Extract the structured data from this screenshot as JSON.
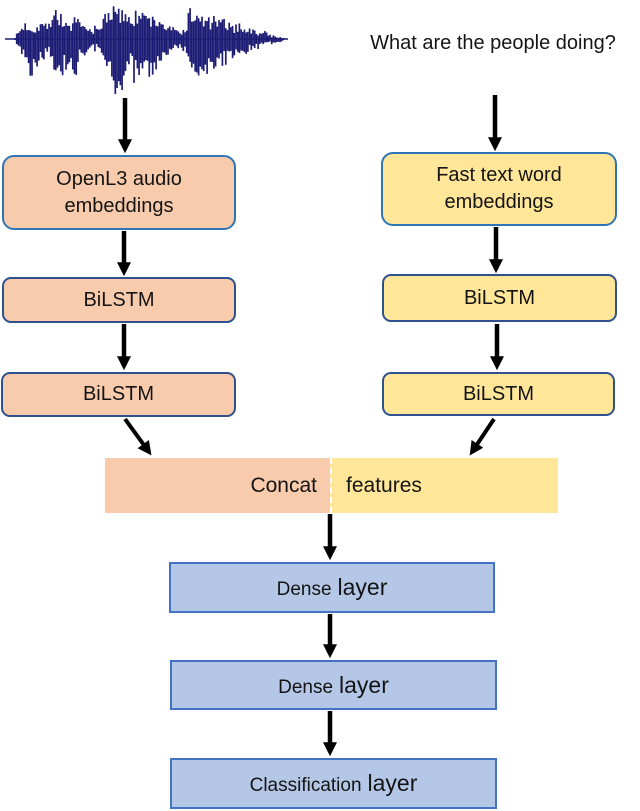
{
  "colors": {
    "audio_fill": "#F8CBAD",
    "text_fill": "#FFE699",
    "dense_fill": "#B4C7E7",
    "embed_border": "#2E75B6",
    "bilstm_border": "#2F528F",
    "dense_border": "#4472C4",
    "arrow": "#000000",
    "waveform": "#1C1C75"
  },
  "question": {
    "text": "What are the people doing?"
  },
  "nodes": {
    "openl3_line1": "OpenL3 audio",
    "openl3_line2": "embeddings",
    "fasttext_line1": "Fast text word",
    "fasttext_line2": "embeddings",
    "bilstm": "BiLSTM",
    "concat": "Concat",
    "features": "features",
    "dense": "Dense",
    "layer": "layer",
    "classification": "Classification"
  },
  "waveform": {
    "envelope": [
      [
        2,
        2
      ],
      [
        10,
        12
      ],
      [
        16,
        22
      ],
      [
        13,
        32
      ],
      [
        11,
        38
      ],
      [
        18,
        14
      ],
      [
        14,
        20
      ],
      [
        22,
        16
      ],
      [
        32,
        30
      ],
      [
        24,
        52
      ],
      [
        18,
        30
      ],
      [
        14,
        20
      ],
      [
        20,
        35
      ],
      [
        16,
        22
      ],
      [
        12,
        14
      ],
      [
        10,
        10
      ],
      [
        12,
        12
      ],
      [
        10,
        8
      ],
      [
        28,
        20
      ],
      [
        34,
        30
      ],
      [
        30,
        48
      ],
      [
        26,
        55
      ],
      [
        32,
        40
      ],
      [
        28,
        30
      ],
      [
        24,
        44
      ],
      [
        30,
        36
      ],
      [
        22,
        26
      ],
      [
        26,
        40
      ],
      [
        18,
        30
      ],
      [
        22,
        20
      ],
      [
        14,
        16
      ],
      [
        12,
        12
      ],
      [
        10,
        10
      ],
      [
        8,
        8
      ],
      [
        10,
        12
      ],
      [
        30,
        20
      ],
      [
        26,
        34
      ],
      [
        20,
        44
      ],
      [
        24,
        30
      ],
      [
        18,
        36
      ],
      [
        22,
        26
      ],
      [
        16,
        20
      ],
      [
        20,
        28
      ],
      [
        14,
        18
      ],
      [
        12,
        22
      ],
      [
        16,
        14
      ],
      [
        12,
        16
      ],
      [
        10,
        12
      ],
      [
        8,
        10
      ],
      [
        6,
        8
      ],
      [
        8,
        6
      ],
      [
        4,
        5
      ],
      [
        3,
        4
      ],
      [
        2,
        3
      ],
      [
        1,
        2
      ]
    ]
  }
}
